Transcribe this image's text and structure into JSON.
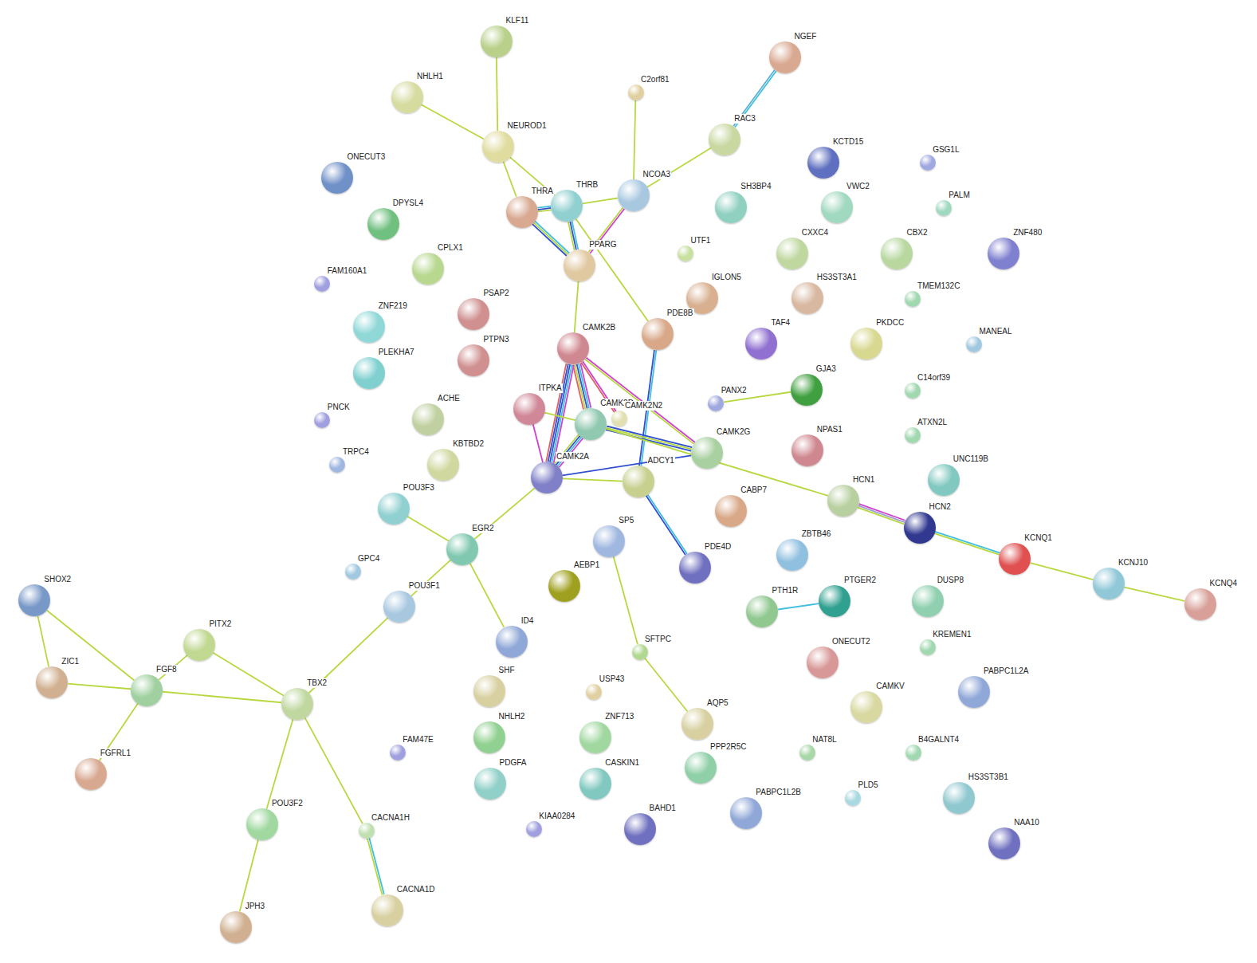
{
  "diagram": {
    "nodes": [
      {
        "text": [
          "KLF11"
        ]
      },
      {
        "text": [
          "NHLH1"
        ]
      },
      {
        "text": [
          "NGEF"
        ]
      },
      {
        "text": [
          "C2orf81"
        ]
      },
      {
        "text": [
          "NEUROD1"
        ]
      },
      {
        "text": [
          "RAC3"
        ]
      },
      {
        "text": [
          "KCTD15"
        ]
      },
      {
        "text": [
          "GSG1L"
        ]
      },
      {
        "text": [
          "ONECUT3"
        ]
      },
      {
        "text": [
          "THRA"
        ]
      },
      {
        "text": [
          "THRB"
        ]
      },
      {
        "text": [
          "NCOA3"
        ]
      },
      {
        "text": [
          "SH3BP4"
        ]
      },
      {
        "text": [
          "VWC2"
        ]
      },
      {
        "text": [
          "PALM"
        ]
      },
      {
        "text": [
          "DPYSL4"
        ]
      },
      {
        "text": [
          "CPLX1"
        ]
      },
      {
        "text": [
          "UTF1"
        ]
      },
      {
        "text": [
          "CXXC4"
        ]
      },
      {
        "text": [
          "CBX2"
        ]
      },
      {
        "text": [
          "ZNF480"
        ]
      },
      {
        "text": [
          "PPARG"
        ]
      },
      {
        "text": [
          "FAM160A1"
        ]
      },
      {
        "text": [
          "IGLON5"
        ]
      },
      {
        "text": [
          "HS3ST3A1"
        ]
      },
      {
        "text": [
          "TMEM132C"
        ]
      },
      {
        "text": [
          "PSAP2"
        ]
      },
      {
        "text": [
          "ZNF219"
        ]
      },
      {
        "text": [
          "PDE8B"
        ]
      },
      {
        "text": [
          "TAF4"
        ]
      },
      {
        "text": [
          "PKDCC"
        ]
      },
      {
        "text": [
          "MANEAL"
        ]
      },
      {
        "text": [
          "CAMK2B"
        ]
      },
      {
        "text": [
          "PTPN3"
        ]
      },
      {
        "text": [
          "PLEKHA7"
        ]
      },
      {
        "text": [
          "PANX2"
        ]
      },
      {
        "text": [
          "GJA3"
        ]
      },
      {
        "text": [
          "C14orf39"
        ]
      },
      {
        "text": [
          "PNCK"
        ]
      },
      {
        "text": [
          "ITPKA"
        ]
      },
      {
        "text": [
          "CAMK2D"
        ]
      },
      {
        "text": [
          "CAMK2N2"
        ]
      },
      {
        "text": [
          "ACHE"
        ]
      },
      {
        "text": [
          "NPAS1"
        ]
      },
      {
        "text": [
          "ATXN2L"
        ]
      },
      {
        "text": [
          "CAMK2G"
        ]
      },
      {
        "text": [
          "TRPC4"
        ]
      },
      {
        "text": [
          "KBTBD2"
        ]
      },
      {
        "text": [
          "CAMK2A"
        ]
      },
      {
        "text": [
          "ADCY1"
        ]
      },
      {
        "text": [
          "UNC119B"
        ]
      },
      {
        "text": [
          "POU3F3"
        ]
      },
      {
        "text": [
          "CABP7"
        ]
      },
      {
        "text": [
          "HCN1"
        ]
      },
      {
        "text": [
          "HCN2"
        ]
      },
      {
        "text": [
          "EGR2"
        ]
      },
      {
        "text": [
          "SP5"
        ]
      },
      {
        "text": [
          "KCNQ1"
        ]
      },
      {
        "text": [
          "ZBTB46"
        ]
      },
      {
        "text": [
          "GPC4"
        ]
      },
      {
        "text": [
          "AEBP1"
        ]
      },
      {
        "text": [
          "PDE4D"
        ]
      },
      {
        "text": [
          "KCNJ10"
        ]
      },
      {
        "text": [
          "SHOX2"
        ]
      },
      {
        "text": [
          "POU3F1"
        ]
      },
      {
        "text": [
          "PTGER2"
        ]
      },
      {
        "text": [
          "PTH1R"
        ]
      },
      {
        "text": [
          "DUSP8"
        ]
      },
      {
        "text": [
          "KCNQ4"
        ]
      },
      {
        "text": [
          "ID4"
        ]
      },
      {
        "text": [
          "PITX2"
        ]
      },
      {
        "text": [
          "SFTPC"
        ]
      },
      {
        "text": [
          "KREMEN1"
        ]
      },
      {
        "text": [
          "ONECUT2"
        ]
      },
      {
        "text": [
          "ZIC1"
        ]
      },
      {
        "text": [
          "FGF8"
        ]
      },
      {
        "text": [
          "SHF"
        ]
      },
      {
        "text": [
          "USP43"
        ]
      },
      {
        "text": [
          "PABPC1L2A"
        ]
      },
      {
        "text": [
          "CAMKV"
        ]
      },
      {
        "text": [
          "TBX2"
        ]
      },
      {
        "text": [
          "AQP5"
        ]
      },
      {
        "text": [
          "NHLH2"
        ]
      },
      {
        "text": [
          "ZNF713"
        ]
      },
      {
        "text": [
          "FAM47E"
        ]
      },
      {
        "text": [
          "NAT8L"
        ]
      },
      {
        "text": [
          "B4GALNT4"
        ]
      },
      {
        "text": [
          "PPP2R5C"
        ]
      },
      {
        "text": [
          "FGFRL1"
        ]
      },
      {
        "text": [
          "PDGFA"
        ]
      },
      {
        "text": [
          "CASKIN1"
        ]
      },
      {
        "text": [
          "PLD5"
        ]
      },
      {
        "text": [
          "HS3ST3B1"
        ]
      },
      {
        "text": [
          "PABPC1L2B"
        ]
      },
      {
        "text": [
          "POU3F2"
        ]
      },
      {
        "text": [
          "CACNA1H"
        ]
      },
      {
        "text": [
          "KIAA0284"
        ]
      },
      {
        "text": [
          "BAHD1"
        ]
      },
      {
        "text": [
          "NAA10"
        ]
      },
      {
        "text": [
          "CACNA1D"
        ]
      },
      {
        "text": [
          "JPH3"
        ]
      }
    ],
    "edges": [
      {
        "from": 0,
        "to": 4,
        "arrow": "none"
      },
      {
        "from": 1,
        "to": 4,
        "arrow": "none"
      },
      {
        "from": 4,
        "to": 9,
        "arrow": "none"
      },
      {
        "from": 4,
        "to": 10,
        "arrow": "none"
      },
      {
        "from": 3,
        "to": 11,
        "arrow": "none"
      },
      {
        "from": 2,
        "to": 5,
        "arrow": "none"
      },
      {
        "from": 5,
        "to": 11,
        "arrow": "none"
      },
      {
        "from": 9,
        "to": 10,
        "arrow": "none"
      },
      {
        "from": 10,
        "to": 11,
        "arrow": "none"
      },
      {
        "from": 9,
        "to": 21,
        "arrow": "none"
      },
      {
        "from": 10,
        "to": 21,
        "arrow": "none"
      },
      {
        "from": 11,
        "to": 21,
        "arrow": "none"
      },
      {
        "from": 10,
        "to": 28,
        "arrow": "none"
      },
      {
        "from": 21,
        "to": 32,
        "arrow": "none"
      },
      {
        "from": 28,
        "to": 49,
        "arrow": "none"
      },
      {
        "from": 32,
        "to": 40,
        "arrow": "none"
      },
      {
        "from": 32,
        "to": 48,
        "arrow": "none"
      },
      {
        "from": 32,
        "to": 45,
        "arrow": "none"
      },
      {
        "from": 32,
        "to": 41,
        "arrow": "none"
      },
      {
        "from": 39,
        "to": 48,
        "arrow": "none"
      },
      {
        "from": 39,
        "to": 40,
        "arrow": "none"
      },
      {
        "from": 40,
        "to": 48,
        "arrow": "none"
      },
      {
        "from": 40,
        "to": 45,
        "arrow": "none"
      },
      {
        "from": 48,
        "to": 45,
        "arrow": "none"
      },
      {
        "from": 40,
        "to": 53,
        "arrow": "none"
      },
      {
        "from": 48,
        "to": 49,
        "arrow": "none"
      },
      {
        "from": 48,
        "to": 55,
        "arrow": "none"
      },
      {
        "from": 49,
        "to": 61,
        "arrow": "none"
      },
      {
        "from": 35,
        "to": 36,
        "arrow": "none"
      },
      {
        "from": 53,
        "to": 54,
        "arrow": "none"
      },
      {
        "from": 54,
        "to": 57,
        "arrow": "none"
      },
      {
        "from": 57,
        "to": 62,
        "arrow": "none"
      },
      {
        "from": 62,
        "to": 68,
        "arrow": "none"
      },
      {
        "from": 51,
        "to": 55,
        "arrow": "none"
      },
      {
        "from": 55,
        "to": 64,
        "arrow": "none"
      },
      {
        "from": 55,
        "to": 69,
        "arrow": "none"
      },
      {
        "from": 56,
        "to": 71,
        "arrow": "none"
      },
      {
        "from": 71,
        "to": 81,
        "arrow": "none"
      },
      {
        "from": 66,
        "to": 65,
        "arrow": "none"
      },
      {
        "from": 64,
        "to": 80,
        "arrow": "none"
      },
      {
        "from": 63,
        "to": 74,
        "arrow": "none"
      },
      {
        "from": 63,
        "to": 75,
        "arrow": "none"
      },
      {
        "from": 74,
        "to": 75,
        "arrow": "none"
      },
      {
        "from": 70,
        "to": 75,
        "arrow": "none"
      },
      {
        "from": 70,
        "to": 80,
        "arrow": "none"
      },
      {
        "from": 75,
        "to": 80,
        "arrow": "none"
      },
      {
        "from": 75,
        "to": 88,
        "arrow": "none"
      },
      {
        "from": 80,
        "to": 94,
        "arrow": "none"
      },
      {
        "from": 80,
        "to": 95,
        "arrow": "none"
      },
      {
        "from": 94,
        "to": 100,
        "arrow": "none"
      },
      {
        "from": 95,
        "to": 99,
        "arrow": "none"
      }
    ]
  }
}
